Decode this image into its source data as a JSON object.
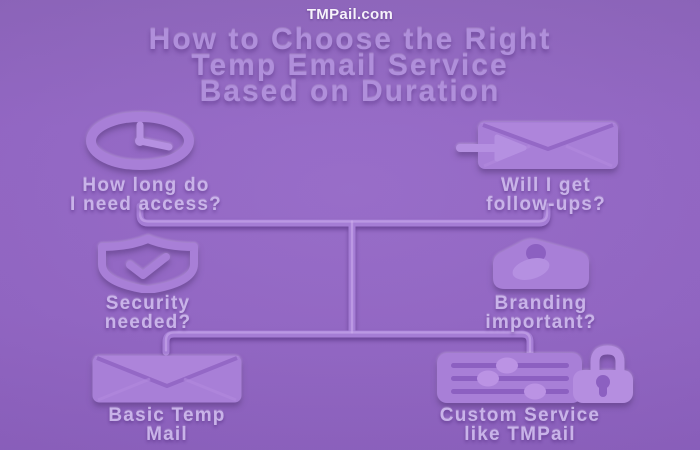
{
  "header": {
    "brand": "TMPail.com"
  },
  "title": {
    "line1": "How to Choose the Right",
    "line2": "Temp Email Service",
    "line3": "Based on Duration"
  },
  "nodes": {
    "q_duration": {
      "line1": "How long do",
      "line2": "I need access?",
      "icon": "clock-icon"
    },
    "q_followups": {
      "line1": "Will I get",
      "line2": "follow-ups?",
      "icon": "incoming-mail-icon"
    },
    "q_security": {
      "line1": "Security",
      "line2": "needed?",
      "icon": "shield-check-icon"
    },
    "q_branding": {
      "line1": "Branding",
      "line2": "important?",
      "icon": "user-badge-icon"
    },
    "a_basic": {
      "line1": "Basic Temp",
      "line2": "Mail",
      "icon": "envelope-icon"
    },
    "a_custom": {
      "line1": "Custom Service",
      "line2": "like TMPail",
      "icon": "settings-lock-icon"
    }
  },
  "colors": {
    "background": "#9265c5",
    "icon_fill": "#a87fd7",
    "icon_light": "#b590e1",
    "icon_recess": "#8c60c1",
    "connector": "#a57dd5",
    "title_text": "#b08fdb",
    "label_text": "#c9b3e9",
    "brand_text": "#f6f2fb"
  }
}
